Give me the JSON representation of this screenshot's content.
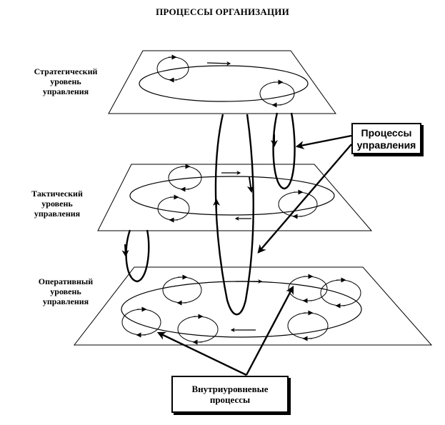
{
  "title": "ПРОЦЕССЫ ОРГАНИЗАЦИИ",
  "levels": [
    {
      "lines": [
        "Стратегический",
        "уровень",
        "управления"
      ]
    },
    {
      "lines": [
        "Тактический",
        "уровень",
        "управления"
      ]
    },
    {
      "lines": [
        "Оперативный",
        "уровень",
        "управления"
      ]
    }
  ],
  "callouts": {
    "management": {
      "lines": [
        "Процессы",
        "управления"
      ]
    },
    "intralevel": {
      "lines": [
        "Внутриуровневые",
        "процессы"
      ]
    }
  }
}
